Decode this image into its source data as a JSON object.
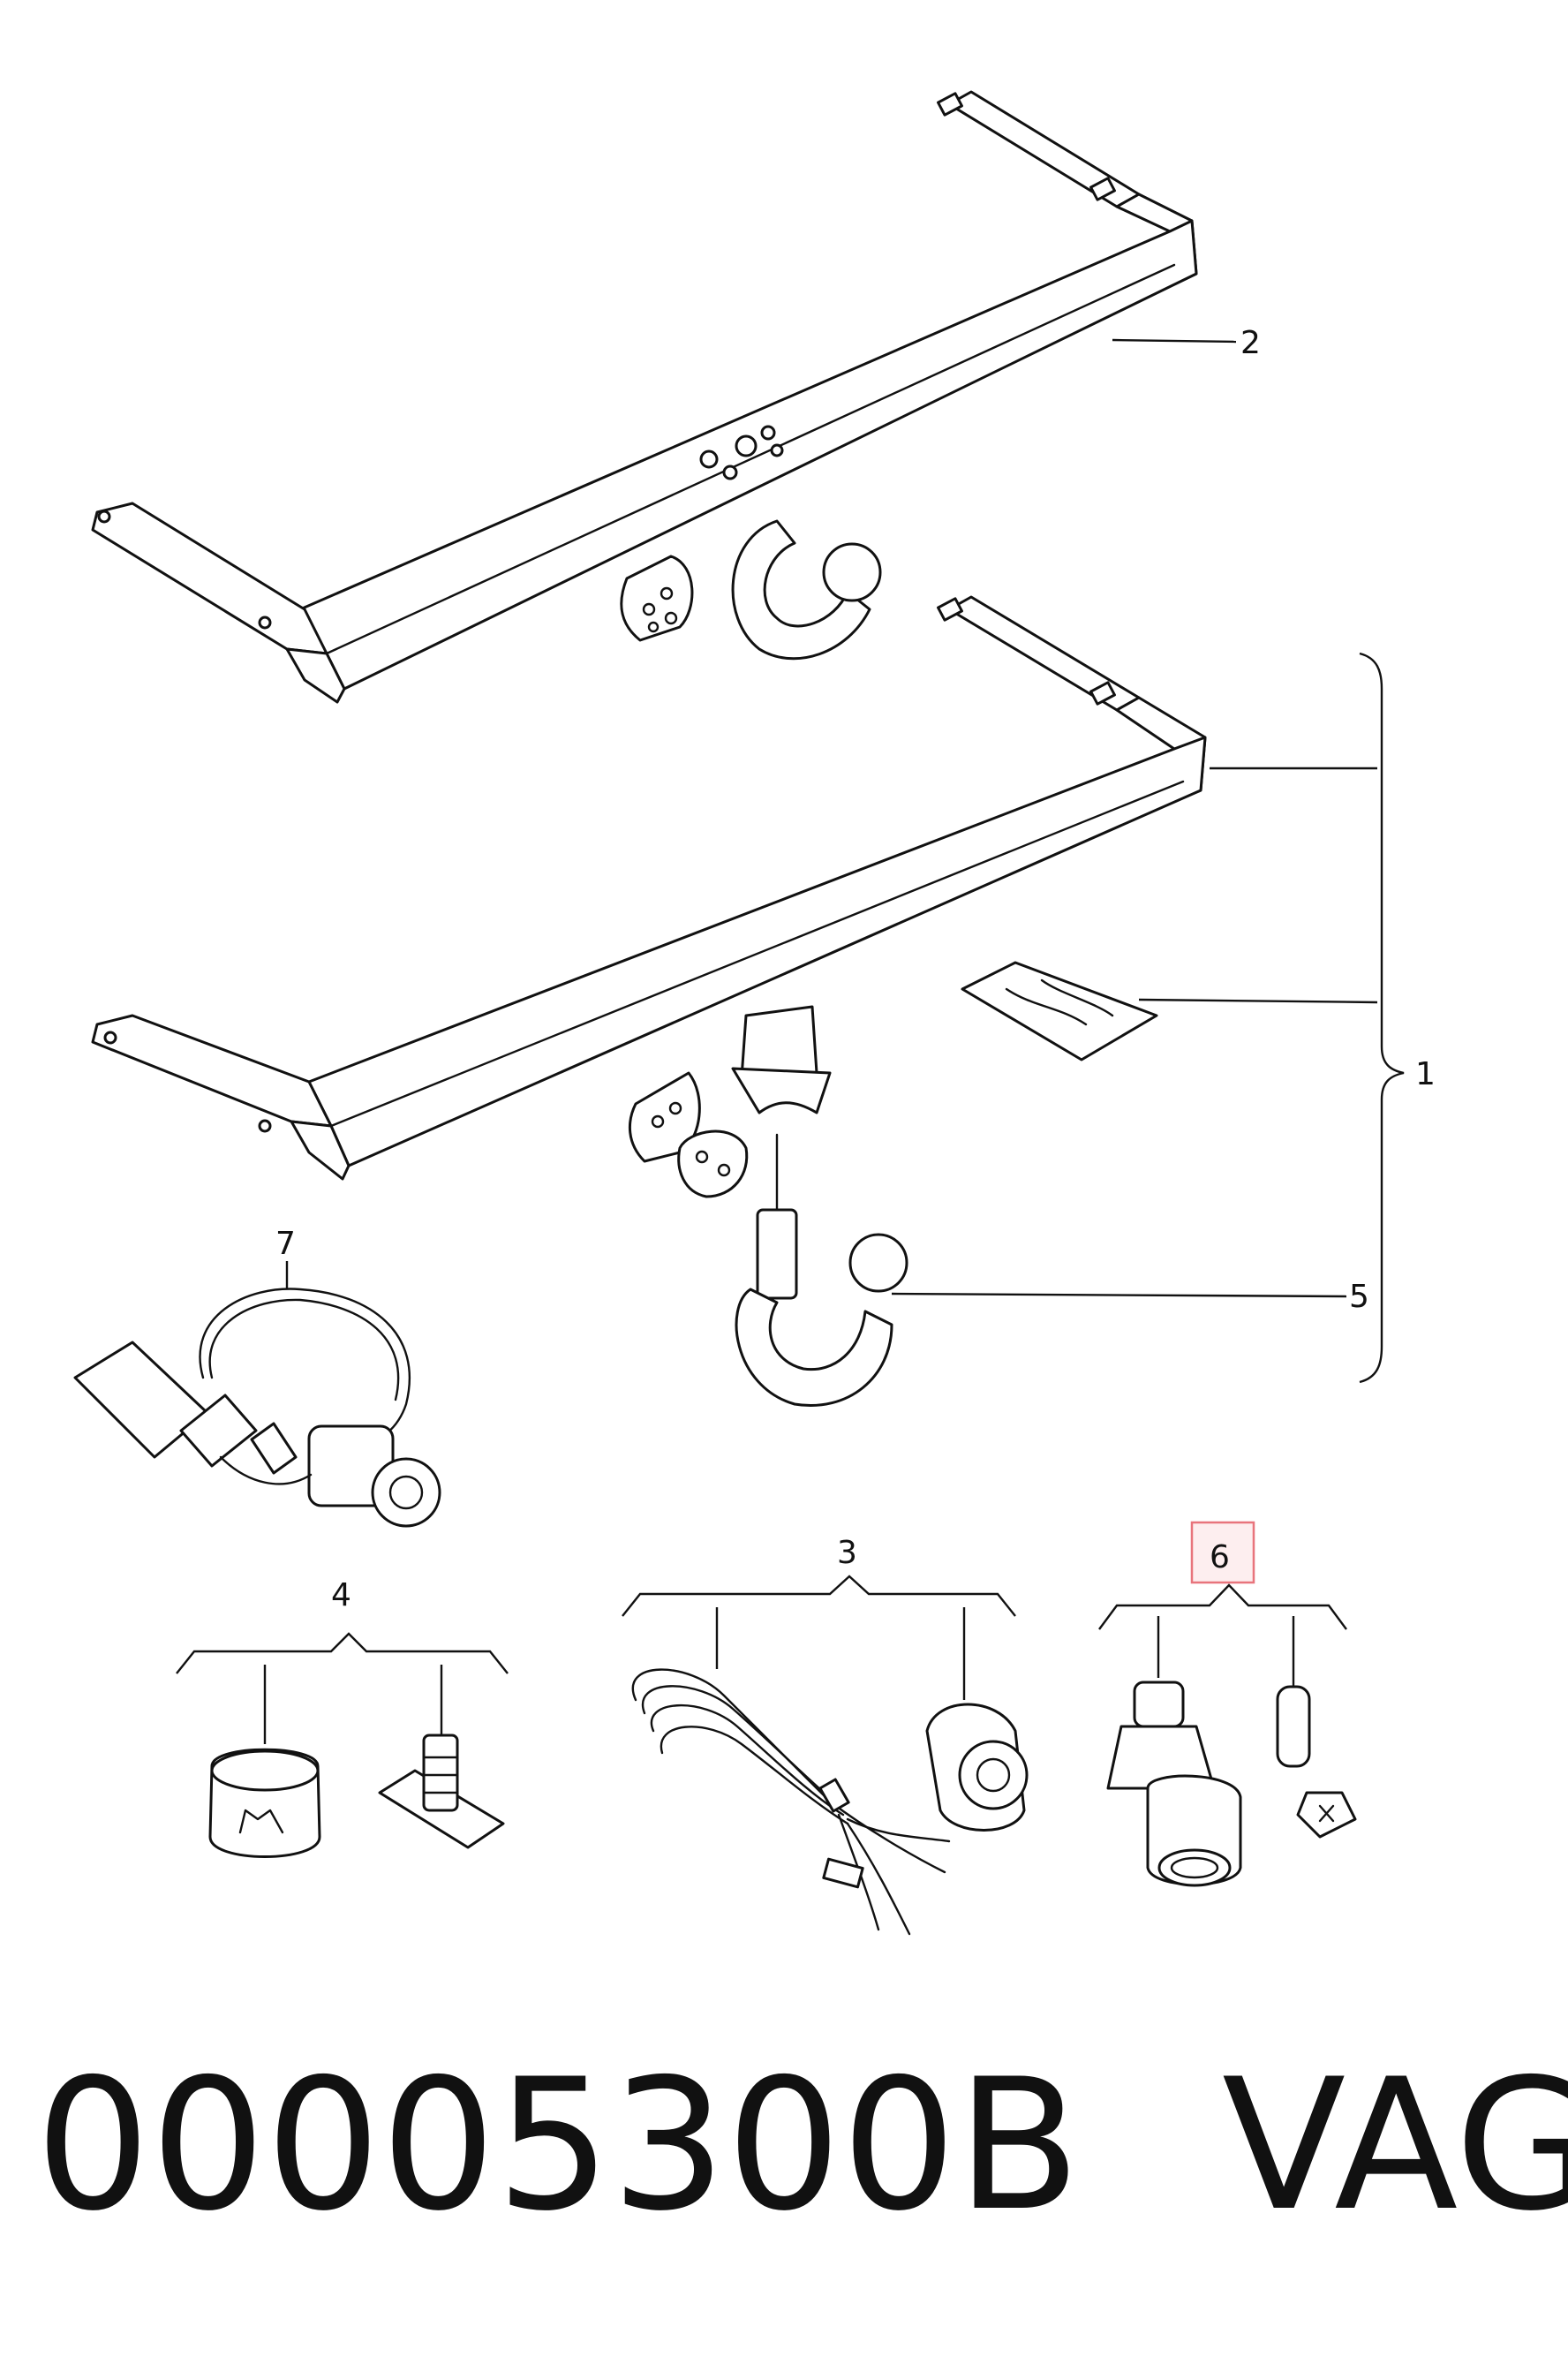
{
  "callouts": {
    "c1": "1",
    "c2": "2",
    "c3": "3",
    "c4": "4",
    "c5": "5",
    "c6": "6",
    "c7": "7"
  },
  "caption": {
    "part_number": "00005300B",
    "brand": "VAG"
  },
  "highlight": {
    "callout": "6",
    "color": "#e8747c"
  }
}
